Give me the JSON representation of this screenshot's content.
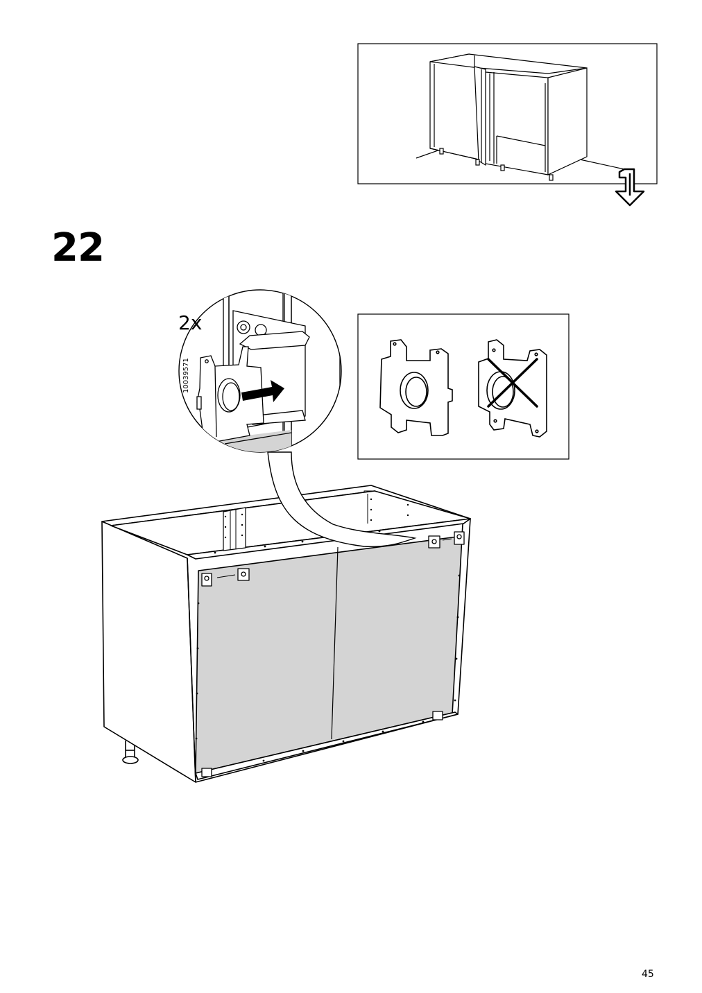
{
  "step": {
    "number": "22"
  },
  "detail": {
    "quantity": "2x",
    "part_number": "10039571"
  },
  "footer": {
    "page_number": "45"
  },
  "icons": {
    "turn_arrow": "turn-over-arrow-icon",
    "push_arrow": "push-arrow-icon",
    "wrong_cross": "cross-icon"
  },
  "colors": {
    "panel_fill": "#d4d4d4",
    "line": "#000000",
    "background": "#ffffff"
  }
}
